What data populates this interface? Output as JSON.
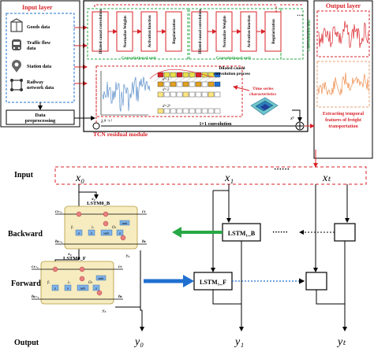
{
  "input_layer": {
    "title": "Input layer",
    "items": [
      {
        "icon": "box-icon",
        "label": "Goods data"
      },
      {
        "icon": "train-icon",
        "label": "Traffic flow data"
      },
      {
        "icon": "location-pin-icon",
        "label": "Station data"
      },
      {
        "icon": "railway-network-icon",
        "label": "Railway network data"
      }
    ],
    "preprocessing": "Data preprocessing"
  },
  "tcn": {
    "blocks_unit1": [
      "Dilated causal convolution",
      "Normalize Weights",
      "Activation function",
      "Regularization"
    ],
    "blocks_unit2": [
      "Dilated causal convolution",
      "Normalize Weights",
      "Activation function",
      "Regularization"
    ],
    "unit_label": "Convolutional unit",
    "unit_label_short": "Convolutional unit",
    "dilated_process_label": "Dilated causal convolution process",
    "dilations": [
      "d=1",
      "d=2",
      "d=2ⁿ"
    ],
    "timeseries_label": "Time series characteristics",
    "residual_label": "TCN residual module",
    "conv_label": "1×1 convolution",
    "x_in": "λ⁽ᵏ⁻¹⁾",
    "x_out": "xᵏ",
    "ellipsis": "···"
  },
  "output_layer": {
    "title": "Output layer",
    "caption": "Extracting temporal features of freight transportation"
  },
  "bilstm": {
    "row_input": "Input",
    "row_backward": "Backward",
    "row_forward": "Forward",
    "row_output": "Output",
    "inputs": [
      "x₀",
      "x₁",
      "xₜ"
    ],
    "outputs": [
      "y₀",
      "y₁",
      "yₜ"
    ],
    "dots": "······",
    "lstm_b": "LSTM₁_B",
    "lstm_f": "LSTM₁_F",
    "cell_b_title": "LSTM0_B",
    "cell_f_title": "LSTM0_F",
    "cell_labels": {
      "h_prev": "hₜ₋₁",
      "c_prev": "cₜ₋₁",
      "h": "hₜ",
      "c": "cₜ",
      "f": "fₜ",
      "i": "iₜ",
      "o": "Oₜ",
      "x": "x₀",
      "y": "y₀"
    }
  },
  "colors": {
    "red": "#d9232a",
    "green": "#27a844",
    "blue": "#1f6fd1",
    "cell_fill": "#f6ecc0",
    "ts_line": "#5b8ec9"
  }
}
